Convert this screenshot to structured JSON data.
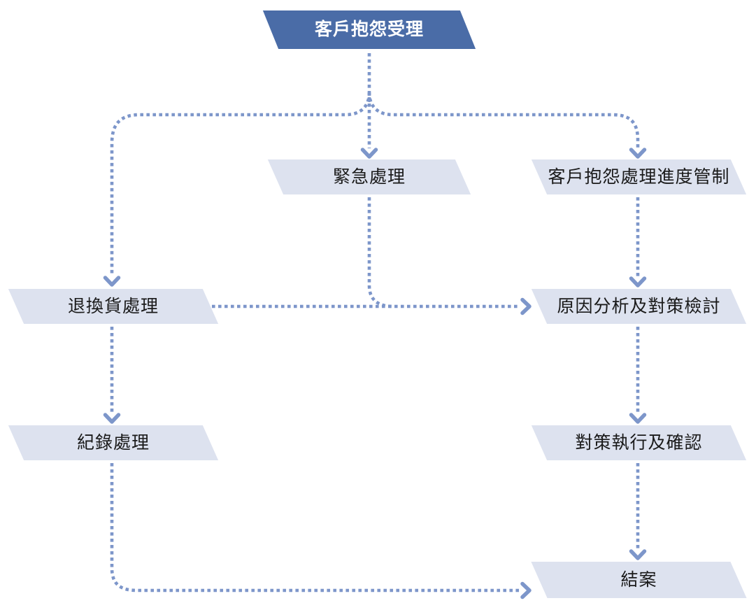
{
  "diagram": {
    "type": "flowchart",
    "language": "zh-TW",
    "nodes": [
      {
        "id": "complaint-acceptance",
        "label": "客戶抱怨受理",
        "shape": "parallelogram",
        "style": "dark"
      },
      {
        "id": "urgent-handling",
        "label": "緊急處理",
        "shape": "parallelogram",
        "style": "light"
      },
      {
        "id": "progress-control",
        "label": "客戶抱怨處理進度管制",
        "shape": "parallelogram",
        "style": "light"
      },
      {
        "id": "return-exchange-handling",
        "label": "退換貨處理",
        "shape": "parallelogram",
        "style": "light"
      },
      {
        "id": "cause-analysis-review",
        "label": "原因分析及對策檢討",
        "shape": "parallelogram",
        "style": "light"
      },
      {
        "id": "record-handling",
        "label": "紀錄處理",
        "shape": "parallelogram",
        "style": "light"
      },
      {
        "id": "countermeasure-execution",
        "label": "對策執行及確認",
        "shape": "parallelogram",
        "style": "light"
      },
      {
        "id": "case-closed",
        "label": "結案",
        "shape": "parallelogram",
        "style": "light"
      }
    ],
    "edges": [
      {
        "from": "complaint-acceptance",
        "to": "return-exchange-handling",
        "style": "dotted-arrow"
      },
      {
        "from": "complaint-acceptance",
        "to": "urgent-handling",
        "style": "dotted-arrow"
      },
      {
        "from": "complaint-acceptance",
        "to": "progress-control",
        "style": "dotted-arrow"
      },
      {
        "from": "urgent-handling",
        "to": "cause-analysis-review",
        "style": "dotted-merge"
      },
      {
        "from": "return-exchange-handling",
        "to": "cause-analysis-review",
        "style": "dotted-arrow"
      },
      {
        "from": "progress-control",
        "to": "cause-analysis-review",
        "style": "dotted-arrow"
      },
      {
        "from": "return-exchange-handling",
        "to": "record-handling",
        "style": "dotted-arrow"
      },
      {
        "from": "cause-analysis-review",
        "to": "countermeasure-execution",
        "style": "dotted-arrow"
      },
      {
        "from": "countermeasure-execution",
        "to": "case-closed",
        "style": "dotted-arrow"
      },
      {
        "from": "record-handling",
        "to": "case-closed",
        "style": "dotted-arrow"
      }
    ],
    "colors": {
      "node_dark_fill": "#4a6ca7",
      "node_fill": "#dde2ef",
      "connector": "#7d96ca",
      "text": "#1a1a1a",
      "text_on_dark": "#ffffff",
      "background": "#ffffff"
    }
  }
}
